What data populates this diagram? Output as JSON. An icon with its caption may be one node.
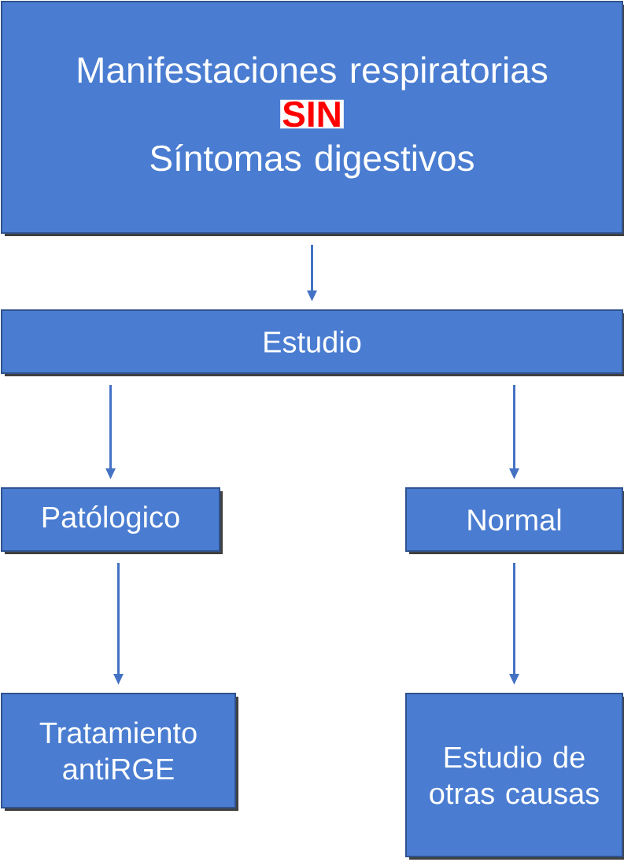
{
  "diagram": {
    "nodes": [
      {
        "text": [
          "Manifestaciones respiratorias",
          "SIN",
          "Síntomas digestivos"
        ]
      },
      {
        "text": [
          "Estudio"
        ]
      },
      {
        "text": [
          "Patólogico"
        ]
      },
      {
        "text": [
          "Normal"
        ]
      },
      {
        "text": [
          "Tratamiento antiRGE"
        ]
      },
      {
        "text": [
          "Estudio de otras causas"
        ]
      }
    ],
    "edges": [
      {
        "from": 0,
        "to": 1,
        "arrow": "to"
      },
      {
        "from": 1,
        "to": 2,
        "arrow": "to"
      },
      {
        "from": 1,
        "to": 3,
        "arrow": "to"
      },
      {
        "from": 2,
        "to": 4,
        "arrow": "to"
      },
      {
        "from": 3,
        "to": 5,
        "arrow": "to"
      }
    ]
  }
}
